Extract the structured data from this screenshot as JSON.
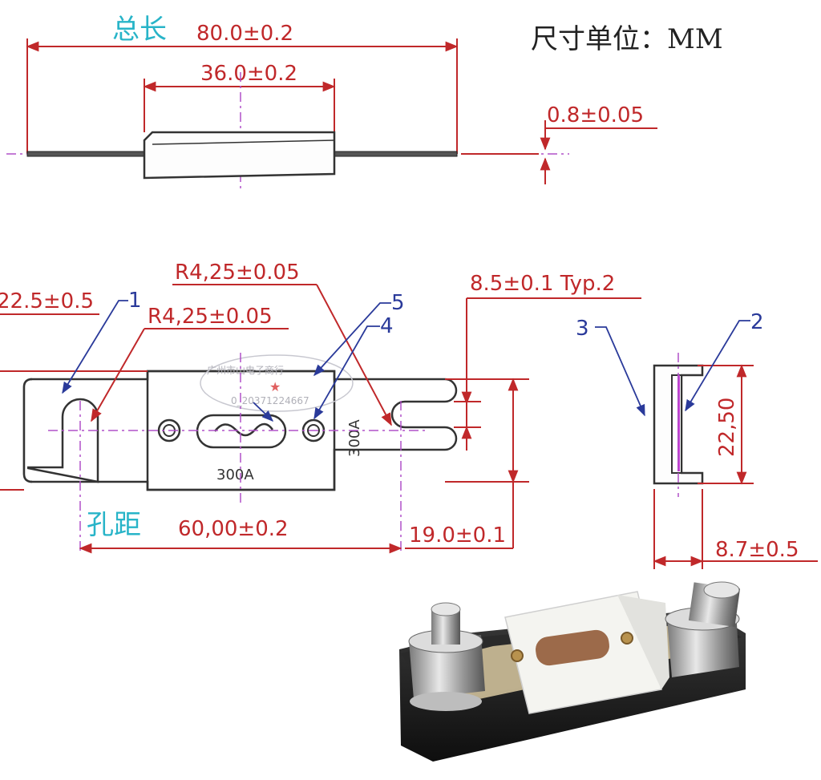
{
  "title_total_length": "总长",
  "dimension_unit": "尺寸单位：MM",
  "hole_spacing_label": "孔距",
  "dims": {
    "overall_length": "80.0±0.2",
    "body_length": "36.0±0.2",
    "blade_thickness": "0.8±0.05",
    "radius_outer": "R4,25±0.05",
    "radius_inner": "R4,25±0.05",
    "left_partial": "22.5±0.5",
    "slot_width": "8.5±0.1 Typ.2",
    "hole_pitch": "60,00±0.2",
    "end_width": "19.0±0.1",
    "side_height": "22,50",
    "side_depth": "8.7±0.5"
  },
  "callouts": [
    "1",
    "2",
    "3",
    "4",
    "5"
  ],
  "fuse_rating_front": "300A",
  "fuse_rating_side": "300A",
  "watermark_line1": "广州市山电子商行",
  "watermark_line2": "0_20371224667",
  "colors": {
    "dimension": "#c0282a",
    "chinese_label": "#28b4c8",
    "callout": "#2a3a9a",
    "centerline": "#b050c8"
  }
}
